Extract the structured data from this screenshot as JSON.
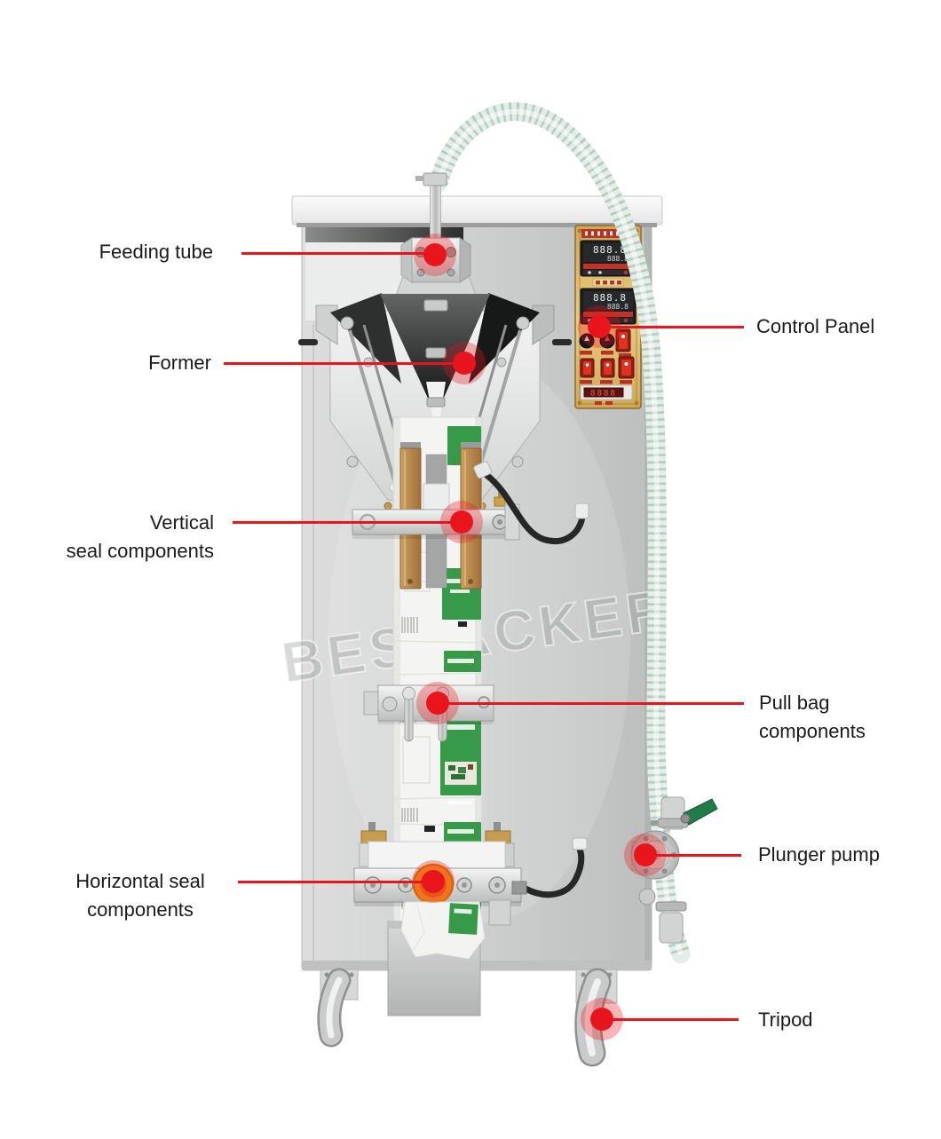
{
  "diagram": {
    "watermark": "BESPACKER",
    "accent_color": "#e8151d"
  },
  "annotations": {
    "feeding_tube": {
      "label": "Feeding tube"
    },
    "former": {
      "label": "Former"
    },
    "vertical_seal": {
      "line1": "Vertical",
      "line2": "seal components"
    },
    "horizontal_seal": {
      "line1": "Horizontal seal",
      "line2": "components"
    },
    "control_panel": {
      "label": "Control Panel"
    },
    "pull_bag": {
      "line1": "Pull bag",
      "line2": "components"
    },
    "plunger_pump": {
      "label": "Plunger pump"
    },
    "tripod": {
      "label": "Tripod"
    }
  },
  "control_panel_displays": {
    "controller1": {
      "pv": "888.8",
      "sv": "888.8"
    },
    "controller2": {
      "pv": "888.8",
      "sv": "888.8"
    },
    "counter": "8888"
  }
}
